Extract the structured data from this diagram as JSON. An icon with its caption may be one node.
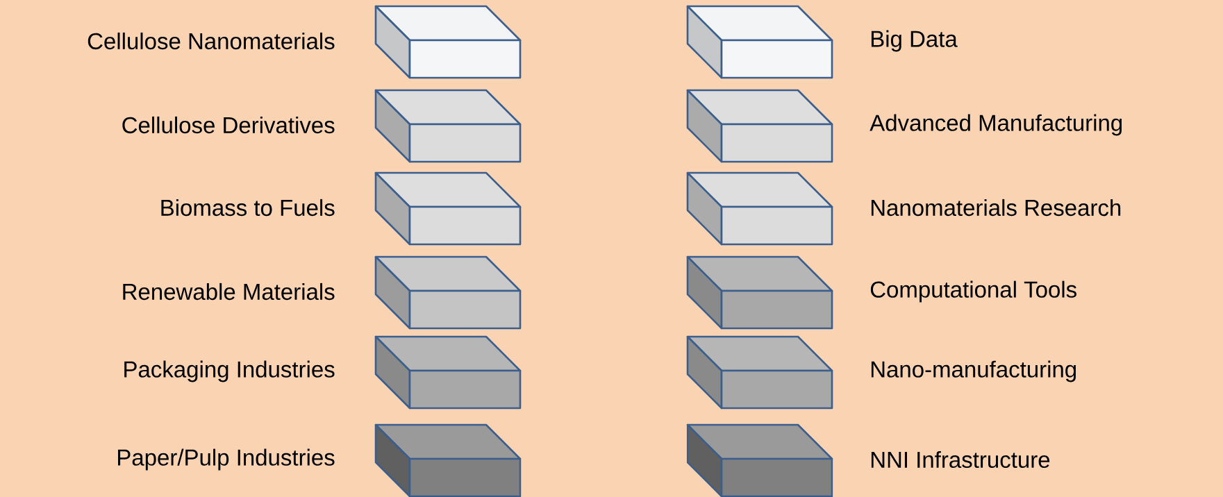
{
  "diagram": {
    "nodes": [
      {
        "text": [],
        "shape": "box",
        "beside": [
          "Cellulose Nanomaterials"
        ]
      },
      {
        "text": [],
        "shape": "box",
        "beside": [
          "Cellulose Derivatives"
        ]
      },
      {
        "text": [],
        "shape": "box",
        "beside": [
          "Biomass to Fuels"
        ]
      },
      {
        "text": [],
        "shape": "box",
        "beside": [
          "Renewable Materials"
        ]
      },
      {
        "text": [],
        "shape": "box",
        "beside": [
          "Packaging Industries"
        ]
      },
      {
        "text": [],
        "shape": "box",
        "beside": [
          "Paper/Pulp Industries"
        ]
      },
      {
        "text": [],
        "shape": "box",
        "beside": [
          "Big Data"
        ]
      },
      {
        "text": [],
        "shape": "box",
        "beside": [
          "Advanced Manufacturing"
        ]
      },
      {
        "text": [],
        "shape": "box",
        "beside": [
          "Nanomaterials Research"
        ]
      },
      {
        "text": [],
        "shape": "box",
        "beside": [
          "Computational Tools"
        ]
      },
      {
        "text": [],
        "shape": "box",
        "beside": [
          "Nano-manufacturing"
        ]
      },
      {
        "text": [],
        "shape": "box",
        "beside": [
          "NNI Infrastructure"
        ]
      }
    ]
  }
}
